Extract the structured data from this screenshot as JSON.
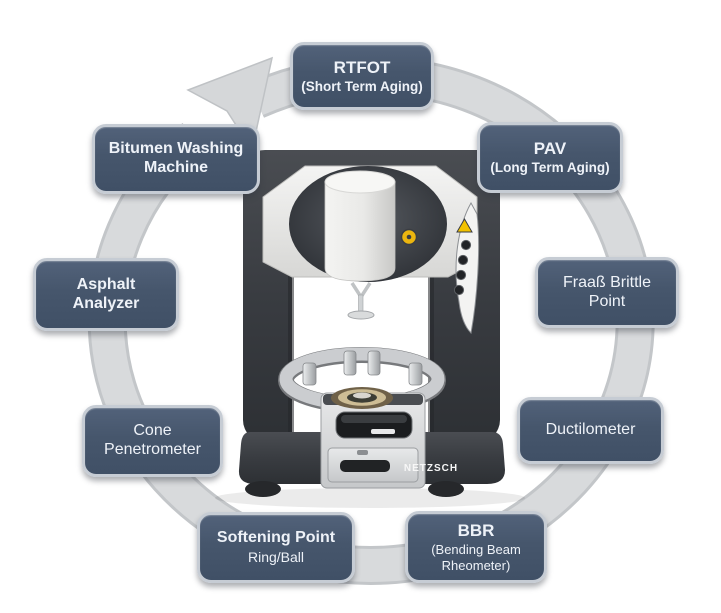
{
  "diagram": {
    "nodes": {
      "rtfot": {
        "title": "RTFOT",
        "subtitle": "(Short Term Aging)"
      },
      "pav": {
        "title": "PAV",
        "subtitle": "(Long Term Aging)"
      },
      "fraass": {
        "title": "Fraaß Brittle Point"
      },
      "ductilometer": {
        "title": "Ductilometer"
      },
      "bbr": {
        "title": "BBR",
        "subtitle": "(Bending Beam Rheometer)"
      },
      "softening": {
        "title": "Softening Point",
        "subtitle": "Ring/Ball"
      },
      "cone": {
        "title": "Cone Penetrometer"
      },
      "asphalt": {
        "title": "Asphalt Analyzer"
      },
      "bitumen": {
        "title": "Bitumen Washing Machine"
      }
    },
    "instrument": {
      "brand": "NETZSCH"
    },
    "colors": {
      "node_fill": "#46566C",
      "node_border": "#C6CCD4",
      "node_text": "#EEF2F8",
      "ring": "#D8DADC",
      "machine_dark": "#3A3D42",
      "accent_yellow": "#EBB50F"
    }
  }
}
